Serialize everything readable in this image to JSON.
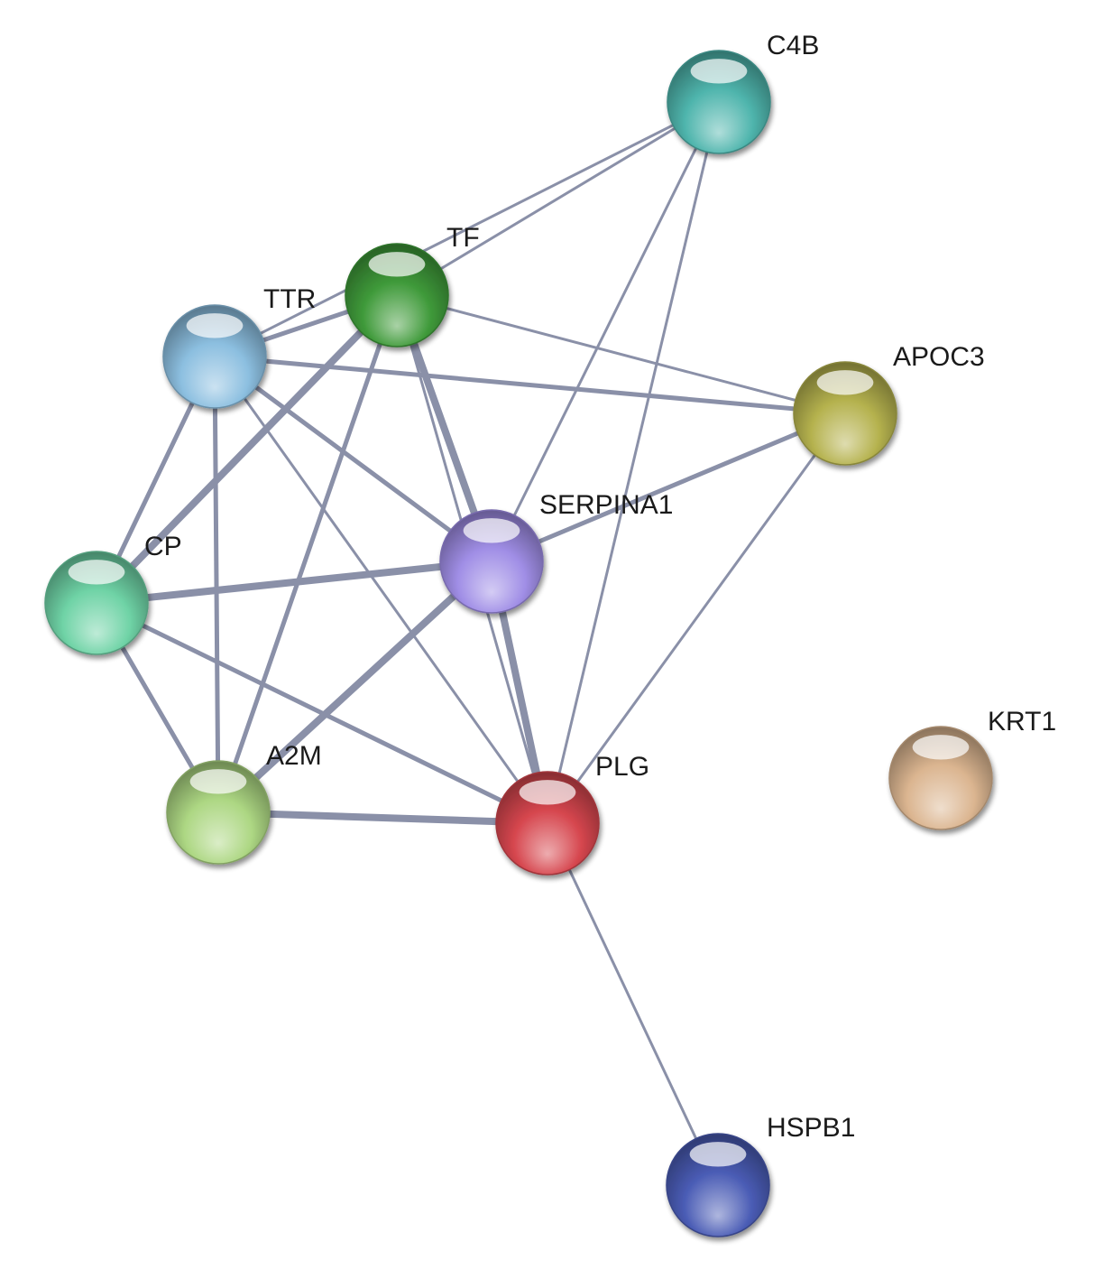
{
  "network": {
    "nodes": [
      {
        "id": "C4B",
        "label": "C4B",
        "color": "#4fb5ad"
      },
      {
        "id": "TF",
        "label": "TF",
        "color": "#3f9a3a"
      },
      {
        "id": "TTR",
        "label": "TTR",
        "color": "#8cbfe0"
      },
      {
        "id": "APOC3",
        "label": "APOC3",
        "color": "#b5b24e"
      },
      {
        "id": "SERPINA1",
        "label": "SERPINA1",
        "color": "#a08ee6"
      },
      {
        "id": "CP",
        "label": "CP",
        "color": "#6fd3a6"
      },
      {
        "id": "A2M",
        "label": "A2M",
        "color": "#add783"
      },
      {
        "id": "PLG",
        "label": "PLG",
        "color": "#d6464e"
      },
      {
        "id": "KRT1",
        "label": "KRT1",
        "color": "#dbb590"
      },
      {
        "id": "HSPB1",
        "label": "HSPB1",
        "color": "#4a5cb5"
      }
    ],
    "edges": [
      {
        "source": "TF",
        "target": "C4B",
        "weight": "thin"
      },
      {
        "source": "TTR",
        "target": "C4B",
        "weight": "thin"
      },
      {
        "source": "SERPINA1",
        "target": "C4B",
        "weight": "thin"
      },
      {
        "source": "PLG",
        "target": "C4B",
        "weight": "thin"
      },
      {
        "source": "TF",
        "target": "TTR",
        "weight": "medium"
      },
      {
        "source": "TF",
        "target": "APOC3",
        "weight": "thin"
      },
      {
        "source": "TF",
        "target": "SERPINA1",
        "weight": "thick"
      },
      {
        "source": "TF",
        "target": "CP",
        "weight": "thick"
      },
      {
        "source": "TF",
        "target": "A2M",
        "weight": "medium"
      },
      {
        "source": "TF",
        "target": "PLG",
        "weight": "thin"
      },
      {
        "source": "TTR",
        "target": "APOC3",
        "weight": "medium"
      },
      {
        "source": "TTR",
        "target": "SERPINA1",
        "weight": "medium"
      },
      {
        "source": "TTR",
        "target": "CP",
        "weight": "medium"
      },
      {
        "source": "TTR",
        "target": "A2M",
        "weight": "medium"
      },
      {
        "source": "TTR",
        "target": "PLG",
        "weight": "thin"
      },
      {
        "source": "APOC3",
        "target": "SERPINA1",
        "weight": "medium"
      },
      {
        "source": "APOC3",
        "target": "PLG",
        "weight": "thin"
      },
      {
        "source": "SERPINA1",
        "target": "CP",
        "weight": "thick"
      },
      {
        "source": "SERPINA1",
        "target": "A2M",
        "weight": "thick"
      },
      {
        "source": "SERPINA1",
        "target": "PLG",
        "weight": "thick"
      },
      {
        "source": "CP",
        "target": "A2M",
        "weight": "medium"
      },
      {
        "source": "CP",
        "target": "PLG",
        "weight": "medium"
      },
      {
        "source": "A2M",
        "target": "PLG",
        "weight": "thick"
      },
      {
        "source": "PLG",
        "target": "HSPB1",
        "weight": "thin"
      }
    ]
  }
}
